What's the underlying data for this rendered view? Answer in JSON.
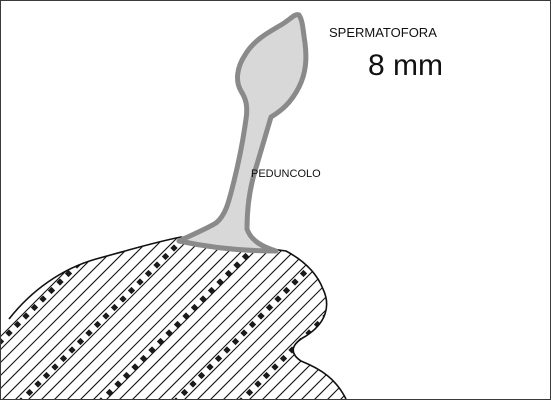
{
  "labels": {
    "spermatophore": "SPERMATOFORA",
    "size": "8 mm",
    "stalk": "PEDUNCOLO"
  },
  "colors": {
    "outline": "#8a8a8a",
    "fill": "#d8d8d8",
    "hatch": "#111111",
    "dots": "#1a1a1a",
    "background": "#ffffff"
  }
}
